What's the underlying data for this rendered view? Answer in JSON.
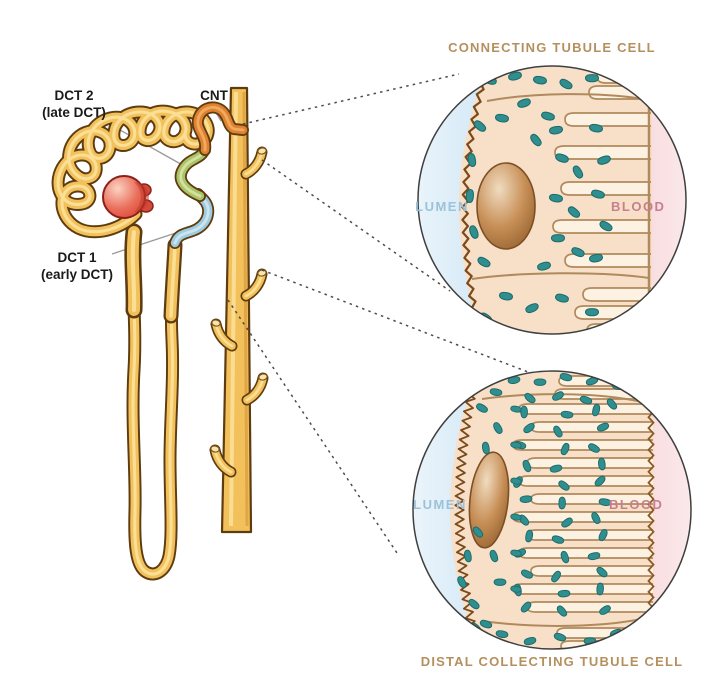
{
  "diagram": {
    "left_panel": {
      "labels": {
        "dct2_line1": "DCT 2",
        "dct2_line2": "(late DCT)",
        "cnt": "CNT",
        "dct1_line1": "DCT 1",
        "dct1_line2": "(early DCT)"
      }
    },
    "top_inset": {
      "title": "CONNECTING TUBULE CELL",
      "lumen_label": "LUMEN",
      "blood_label": "BLOOD"
    },
    "bottom_inset": {
      "title": "DISTAL COLLECTING TUBULE CELL",
      "lumen_label": "LUMEN",
      "blood_label": "BLOOD"
    },
    "colors": {
      "tubule_core": "#f2c15c",
      "tubule_highlight": "#fbe29b",
      "tubule_outline": "#5f3c10",
      "duct_shade": "#d89a3c",
      "cnt_orange": "#e0812f",
      "cnt_highlight": "#f2ae65",
      "dct2_green": "#abc468",
      "dct2_highlight": "#d6e4a8",
      "dct1_blue": "#9fcbdf",
      "dct1_highlight": "#cfe7f2",
      "glomerulus_red": "#d84a38",
      "glomerulus_outline": "#8c2018",
      "cell_fill": "#f8dfc8",
      "infold_fill": "#fdf1e2",
      "membrane_tan": "#b08a5c",
      "membrane_dark": "#7a4a1a",
      "mitochondria_fill": "#2f8f8f",
      "mitochondria_outline": "#1d6a6a",
      "nucleus_outline": "#7c5024",
      "lumen_blue": "#c3e0f2",
      "blood_pink": "#f5c9cd",
      "circle_outline": "#3f3f3f",
      "callout_line": "#4c4c4c",
      "leader_gray": "#999999",
      "title_tan": "#b5905e",
      "lumen_text": "#9cc2da",
      "blood_text": "#c5808f",
      "label_black": "#1a1a1a"
    }
  }
}
